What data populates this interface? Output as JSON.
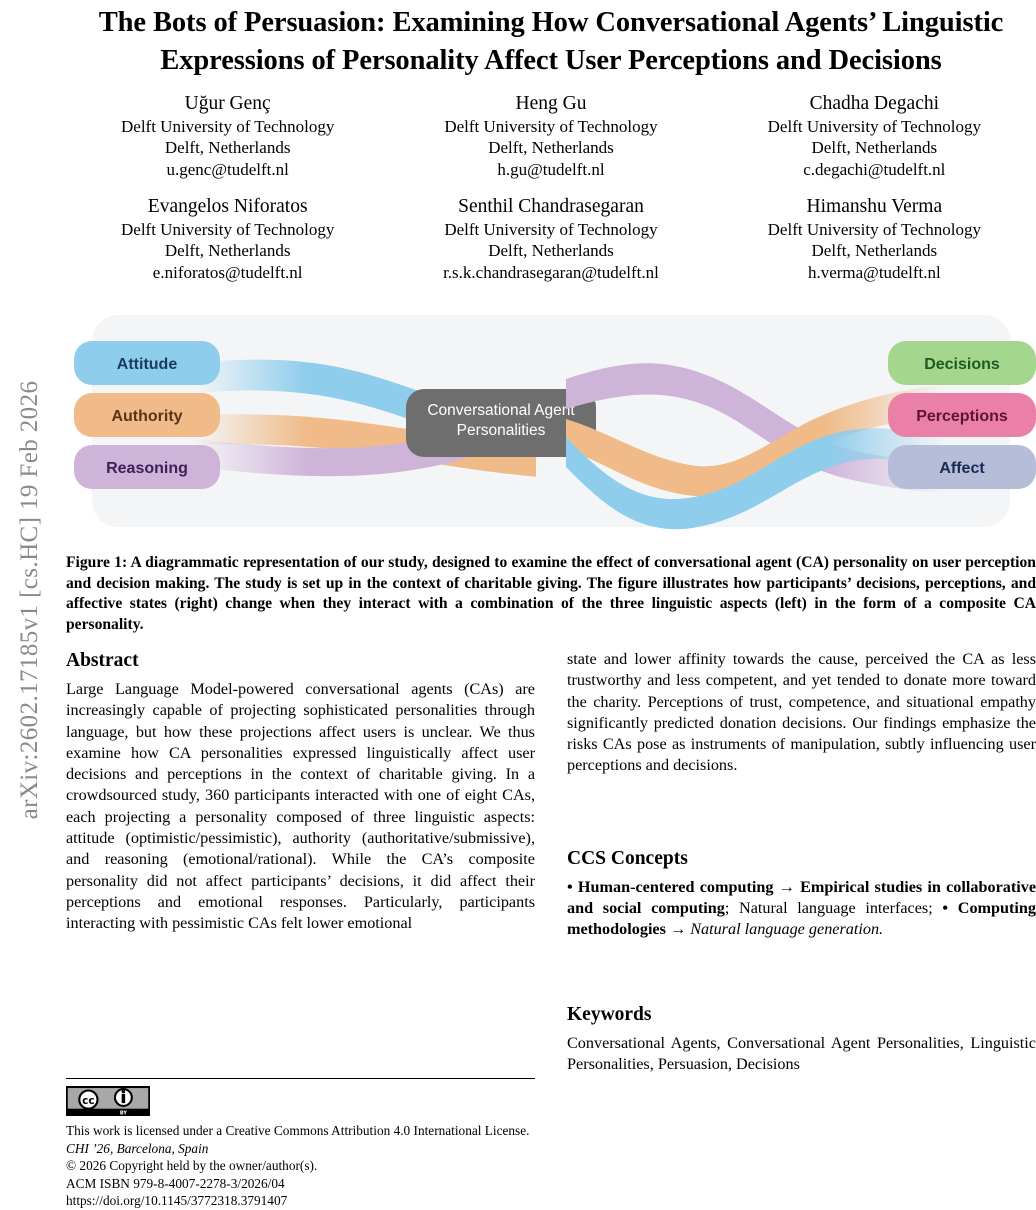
{
  "arxiv_stamp": "arXiv:2602.17185v1  [cs.HC]  19 Feb 2026",
  "title": "The Bots of Persuasion: Examining How Conversational Agents’ Linguistic Expressions of Personality Affect User Perceptions and Decisions",
  "authors": [
    {
      "name": "Uğur Genç",
      "affiliation": "Delft University of Technology",
      "city": "Delft, Netherlands",
      "email": "u.genc@tudelft.nl"
    },
    {
      "name": "Heng Gu",
      "affiliation": "Delft University of Technology",
      "city": "Delft, Netherlands",
      "email": "h.gu@tudelft.nl"
    },
    {
      "name": "Chadha Degachi",
      "affiliation": "Delft University of Technology",
      "city": "Delft, Netherlands",
      "email": "c.degachi@tudelft.nl"
    },
    {
      "name": "Evangelos Niforatos",
      "affiliation": "Delft University of Technology",
      "city": "Delft, Netherlands",
      "email": "e.niforatos@tudelft.nl"
    },
    {
      "name": "Senthil Chandrasegaran",
      "affiliation": "Delft University of Technology",
      "city": "Delft, Netherlands",
      "email": "r.s.k.chandrasegaran@tudelft.nl"
    },
    {
      "name": "Himanshu Verma",
      "affiliation": "Delft University of Technology",
      "city": "Delft, Netherlands",
      "email": "h.verma@tudelft.nl"
    }
  ],
  "figure": {
    "center_node_line1": "Conversational Agent",
    "center_node_line2": "Personalities",
    "left_labels": [
      {
        "text": "Attitude",
        "fill": "#8ecdec",
        "text_color": "#1b3a5c"
      },
      {
        "text": "Authority",
        "fill": "#f0bb88",
        "text_color": "#5a3413"
      },
      {
        "text": "Reasoning",
        "fill": "#cfb4da",
        "text_color": "#3f2057"
      }
    ],
    "right_labels": [
      {
        "text": "Decisions",
        "fill": "#a5d68e",
        "text_color": "#1f5a22"
      },
      {
        "text": "Perceptions",
        "fill": "#ea7fa8",
        "text_color": "#5c1430"
      },
      {
        "text": "Affect",
        "fill": "#b5bdd9",
        "text_color": "#1b2a55"
      }
    ],
    "center_node_fill": "#6e6e6e",
    "center_node_text_color": "#ffffff",
    "panel_fill": "#f4f5f6",
    "ribbon_colors": {
      "attitude": "#8ecdec",
      "authority": "#f0bb88",
      "reasoning": "#cfb4da"
    }
  },
  "figure_caption": "Figure 1: A diagrammatic representation of our study, designed to examine the effect of conversational agent (CA) personality on user perception and decision making. The study is set up in the context of charitable giving. The figure illustrates how participants’ decisions, perceptions, and affective states (right) change when they interact with a combination of the three linguistic aspects (left) in the form of a composite CA personality.",
  "abstract": {
    "heading": "Abstract",
    "left_text": "Large Language Model-powered conversational agents (CAs) are increasingly capable of projecting sophisticated personalities through language, but how these projections affect users is unclear. We thus examine how CA personalities expressed linguistically affect user decisions and perceptions in the context of charitable giving. In a crowdsourced study, 360 participants interacted with one of eight CAs, each projecting a personality composed of three linguistic aspects: attitude (optimistic/pessimistic), authority (authoritative/submissive), and reasoning (emotional/rational). While the CA’s composite personality did not affect participants’ decisions, it did affect their perceptions and emotional responses. Particularly, participants interacting with pessimistic CAs felt lower emotional",
    "right_text": "state and lower affinity towards the cause, perceived the CA as less trustworthy and less competent, and yet tended to donate more toward the charity. Perceptions of trust, competence, and situational empathy significantly predicted donation decisions. Our findings emphasize the risks CAs pose as instruments of manipulation, subtly influencing user perceptions and decisions."
  },
  "ccs": {
    "heading": "CCS Concepts",
    "bullet": "•",
    "item1_bold_a": "Human-centered computing",
    "arrow": "→",
    "item1_bold_b": "Empirical studies in collaborative and social computing",
    "item1_plain": "; Natural language interfaces;",
    "item2_bold": "Computing methodologies",
    "item2_italic": "Natural language generation."
  },
  "keywords": {
    "heading": "Keywords",
    "text": "Conversational Agents, Conversational Agent Personalities, Linguistic Personalities, Persuasion, Decisions"
  },
  "copyright": {
    "badge_cc": "cc",
    "badge_by": "BY",
    "license": "This work is licensed under a Creative Commons Attribution 4.0 International License.",
    "venue": "CHI ’26, Barcelona, Spain",
    "holder": "© 2026 Copyright held by the owner/author(s).",
    "isbn": "ACM ISBN 979-8-4007-2278-3/2026/04",
    "doi": "https://doi.org/10.1145/3772318.3791407"
  }
}
